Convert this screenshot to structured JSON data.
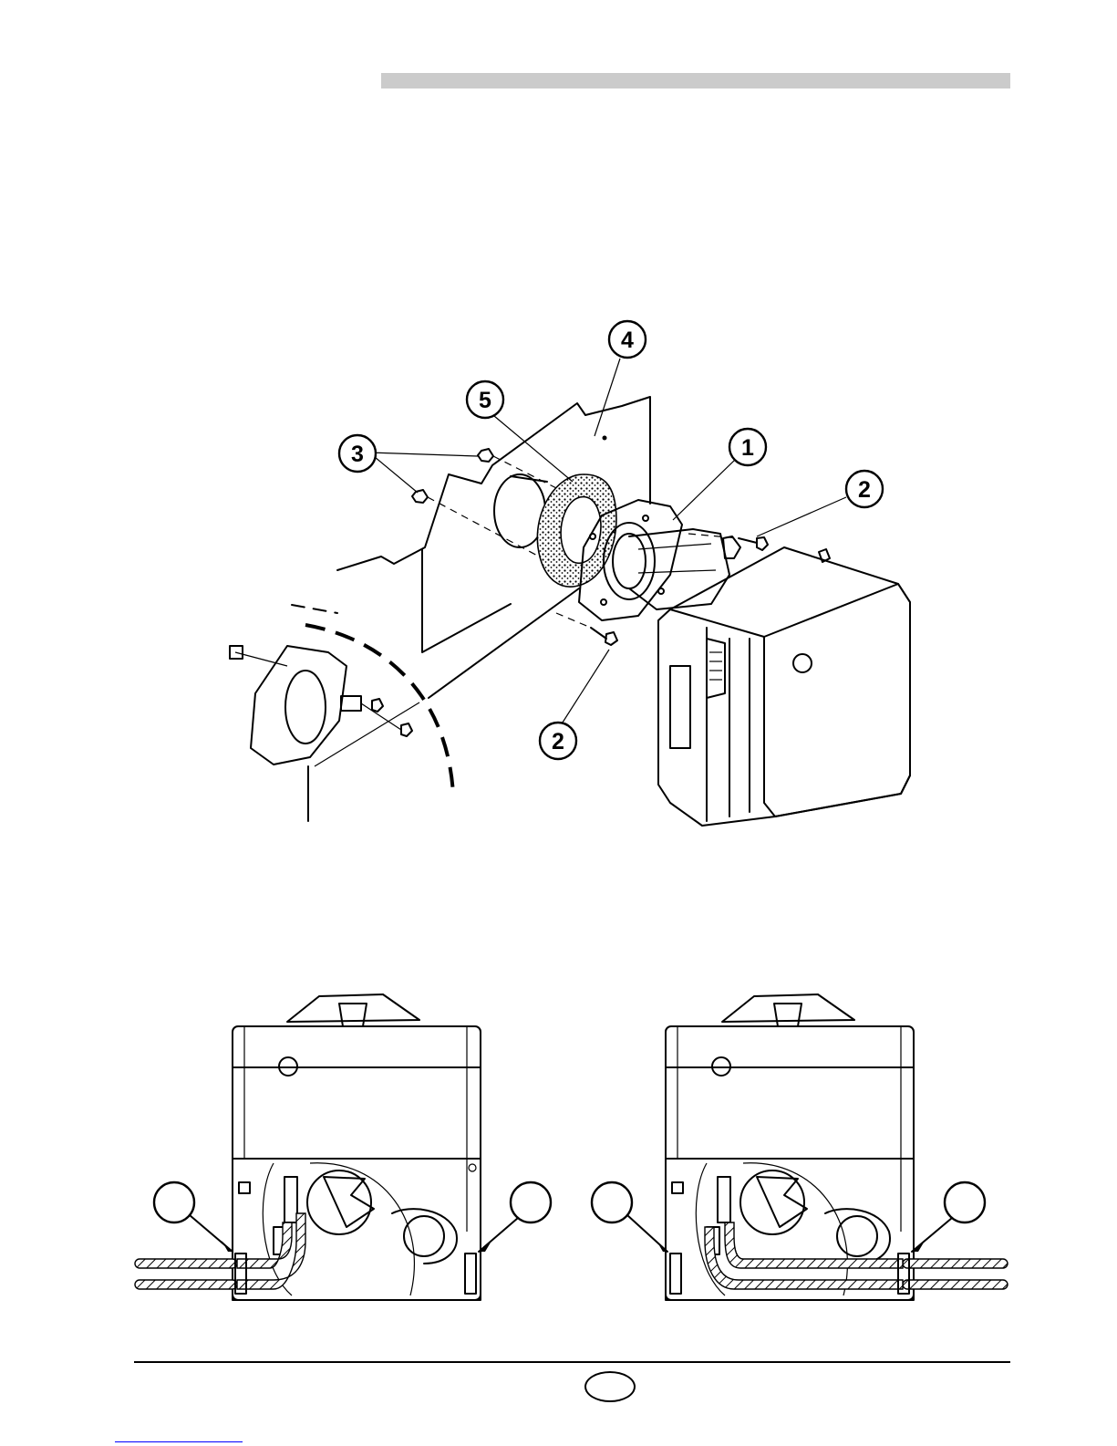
{
  "callouts": {
    "c1": "1",
    "c2a": "2",
    "c2b": "2",
    "c3": "3",
    "c4": "4",
    "c5": "5"
  },
  "colors": {
    "header_bar": "#cbcbcb",
    "ink": "#000000",
    "link_line": "#0000ff"
  }
}
